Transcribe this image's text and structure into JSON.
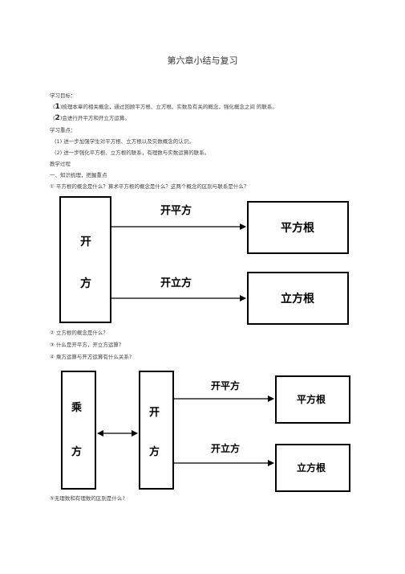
{
  "title": "第六章小结与复习",
  "goals_heading": "学习目标：",
  "goal1_num": "1",
  "goal1_text": "梳理本章的相关概念，通过回顾平方根、立方根、实数及有关的概念，强化概念之间  的联系。",
  "goal2_num": "2",
  "goal2_text": "会进行开平方和开立方运算。",
  "focus_heading": "学习重点：",
  "focus1": "(1)  进一步加强学生对平方根、立方根以及实数概念的认识。",
  "focus2": "(2)  进一步强化平方根、立方根的联系，有理数与实数运算的联系。",
  "process_heading": "教学过程",
  "section1": "一、知识梳理，把握重点",
  "q1": "①  平方根的概念是什么？算术平方根的概念是什么？这两个概念的区别与联系是什么？",
  "diagram1": {
    "left_char1": "开",
    "left_char2": "方",
    "arrow_top": "开平方",
    "arrow_bottom": "开立方",
    "box_top": "平方根",
    "box_bottom": "立方根"
  },
  "q2": "②  立方根的概念是什么？",
  "q3": "③  什么是开平方，开立方运算？",
  "q4": "④  乘方运算与开方运算有什么关系?",
  "diagram2": {
    "left_char1": "乘",
    "left_char2": "方",
    "mid_char1": "开",
    "mid_char2": "方",
    "arrow_top": "开平方",
    "arrow_bottom": "开立方",
    "box_top": "平方根",
    "box_bottom": "立方根"
  },
  "q5": "⑤无理数和有理数的区别是什么?"
}
